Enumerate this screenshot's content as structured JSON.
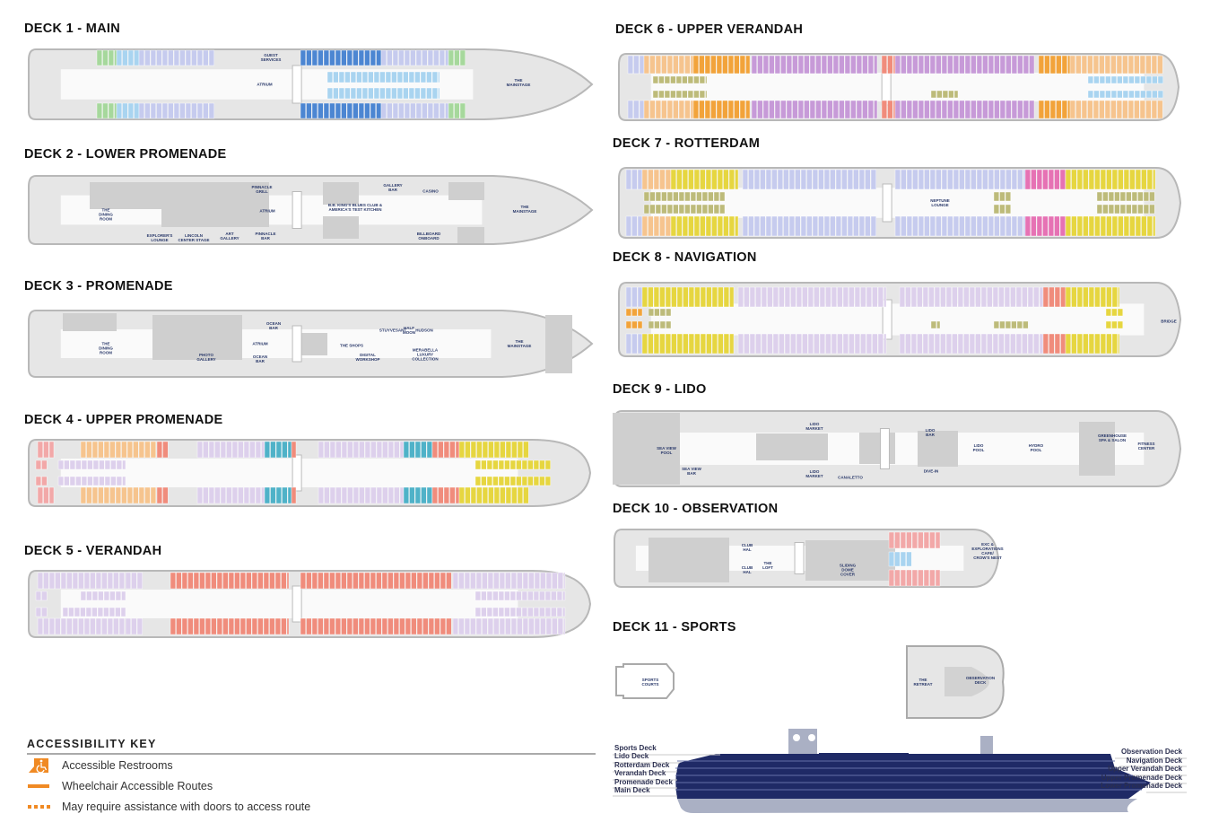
{
  "decks": [
    {
      "id": 1,
      "title": "DECK 1 - MAIN",
      "venues": [
        "GUEST\nSERVICES",
        "ATRIUM",
        "THE\nMAINSTAGE"
      ]
    },
    {
      "id": 2,
      "title": "DECK 2 - LOWER PROMENADE",
      "venues": [
        "THE\nDINING\nROOM",
        "EXPLORER'S\nLOUNGE",
        "LINCOLN\nCENTER STAGE",
        "PINNACLE\nGRILL",
        "ATRIUM",
        "ART\nGALLERY",
        "PINNACLE\nBAR",
        "B.B. KING'S BLUES CLUB &\nAMERICA'S TEST KITCHEN",
        "GALLERY\nBAR",
        "CASINO",
        "BILLBOARD\nONBOARD",
        "THE\nMAINSTAGE"
      ]
    },
    {
      "id": 3,
      "title": "DECK 3 - PROMENADE",
      "venues": [
        "THE\nDINING\nROOM",
        "PHOTO\nGALLERY",
        "OCEAN\nBAR",
        "ATRIUM",
        "OCEAN\nBAR",
        "THE SHOPS",
        "DIGITAL\nWORKSHOP",
        "STUYVESANT",
        "HALF\nMOON",
        "HUDSON",
        "MERABELLA\nLUXURY\nCOLLECTION",
        "THE\nMAINSTAGE"
      ]
    },
    {
      "id": 4,
      "title": "DECK 4 - UPPER PROMENADE",
      "venues": []
    },
    {
      "id": 5,
      "title": "DECK 5 - VERANDAH",
      "venues": []
    },
    {
      "id": 6,
      "title": "DECK 6 - UPPER VERANDAH",
      "venues": []
    },
    {
      "id": 7,
      "title": "DECK 7 - ROTTERDAM",
      "venues": [
        "NEPTUNE\nLOUNGE"
      ]
    },
    {
      "id": 8,
      "title": "DECK 8 - NAVIGATION",
      "venues": [
        "BRIDGE"
      ]
    },
    {
      "id": 9,
      "title": "DECK 9 - LIDO",
      "venues": [
        "SEA VIEW\nPOOL",
        "SEA VIEW\nBAR",
        "LIDO\nMARKET",
        "LIDO\nMARKET",
        "CANALETTO",
        "LIDO\nBAR",
        "DIVE-IN",
        "LIDO\nPOOL",
        "HYDRO\nPOOL",
        "GREENHOUSE\nSPA & SALON",
        "FITNESS\nCENTER"
      ]
    },
    {
      "id": 10,
      "title": "DECK 10 - OBSERVATION",
      "venues": [
        "CLUB\nHAL",
        "CLUB\nHAL",
        "THE\nLOFT",
        "SLIDING\nDOME\nCOVER",
        "EXC &\nEXPLORATIONS CAFE/\nCROW'S NEST"
      ]
    },
    {
      "id": 11,
      "title": "DECK 11 - SPORTS",
      "venues": [
        "SPORTS\nCOURTS",
        "THE\nRETREAT",
        "OBSERVATION\nDECK"
      ]
    }
  ],
  "key": {
    "title": "ACCESSIBILITY KEY",
    "items": [
      "Accessible Restrooms",
      "Wheelchair Accessible Routes",
      "May require assistance with doors to access route"
    ],
    "color": "#f08a24"
  },
  "profile": {
    "left": [
      "Sports Deck",
      "Lido Deck",
      "Rotterdam Deck",
      "Verandah Deck",
      "Promenade Deck",
      "Main Deck"
    ],
    "right": [
      "Observation Deck",
      "Navigation Deck",
      "Upper Verandah Deck",
      "Upper Promenade Deck",
      "Lower Promenade Deck"
    ],
    "hull": "#1f2a66",
    "underwater": "#aab0c4"
  },
  "colors": {
    "hull": "#e6e6e6",
    "hull_stroke": "#b8b8b8",
    "green": "#a6d89c",
    "lightblue": "#a9d4f0",
    "blue": "#4c86d2",
    "lavender": "#c6cbee",
    "orange": "#f2a33a",
    "peach": "#f6c48e",
    "purple": "#c79ad8",
    "lilac": "#ddd0ec",
    "yellow": "#e6d640",
    "olive": "#bdbb7a",
    "pink": "#e672b4",
    "salmon": "#f08c7c",
    "teal": "#4fb2c8",
    "rose": "#f2a8a8",
    "grey": "#cfcfcf"
  }
}
